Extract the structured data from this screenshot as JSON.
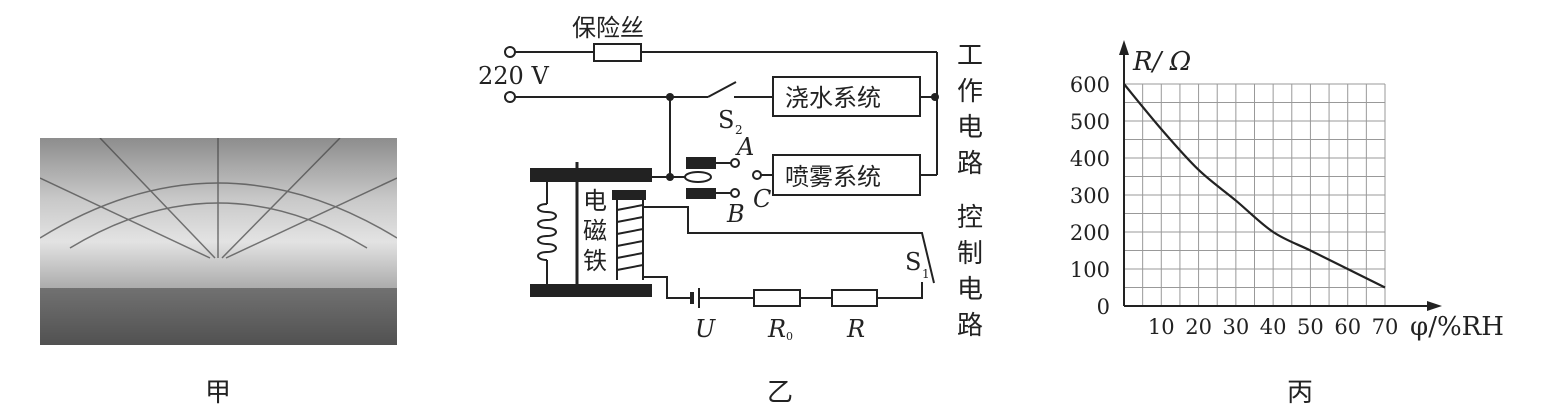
{
  "figures": {
    "jia": {
      "caption": "甲"
    },
    "yi": {
      "caption": "乙",
      "labels": {
        "fuse": "保险丝",
        "voltage": "220 V",
        "watering": "浇水系统",
        "spray": "喷雾系统",
        "working_circuit": "工作电路",
        "control_circuit": "控制电路",
        "electromagnet": "电磁铁",
        "s2": "S",
        "s2_sub": "2",
        "s1": "S",
        "s1_sub": "1",
        "a": "A",
        "b": "B",
        "c": "C",
        "u": "U",
        "r0": "R",
        "r0_sub": "0",
        "r": "R"
      }
    },
    "bing": {
      "caption": "丙"
    }
  },
  "chart_data": {
    "type": "line",
    "title": "",
    "xlabel": "φ/%RH",
    "ylabel": "R/ Ω",
    "xlim": [
      0,
      70
    ],
    "ylim": [
      0,
      600
    ],
    "x_ticks": [
      "10",
      "20",
      "30",
      "40",
      "50",
      "60",
      "70"
    ],
    "y_ticks": [
      "0",
      "100",
      "200",
      "300",
      "400",
      "500",
      "600"
    ],
    "grid": true,
    "series": [
      {
        "name": "R",
        "x": [
          0,
          10,
          20,
          30,
          40,
          50,
          60,
          70
        ],
        "values": [
          600,
          478,
          368,
          285,
          200,
          150,
          100,
          50
        ]
      }
    ]
  },
  "colors": {
    "ink": "#222222",
    "grid": "#999999"
  }
}
